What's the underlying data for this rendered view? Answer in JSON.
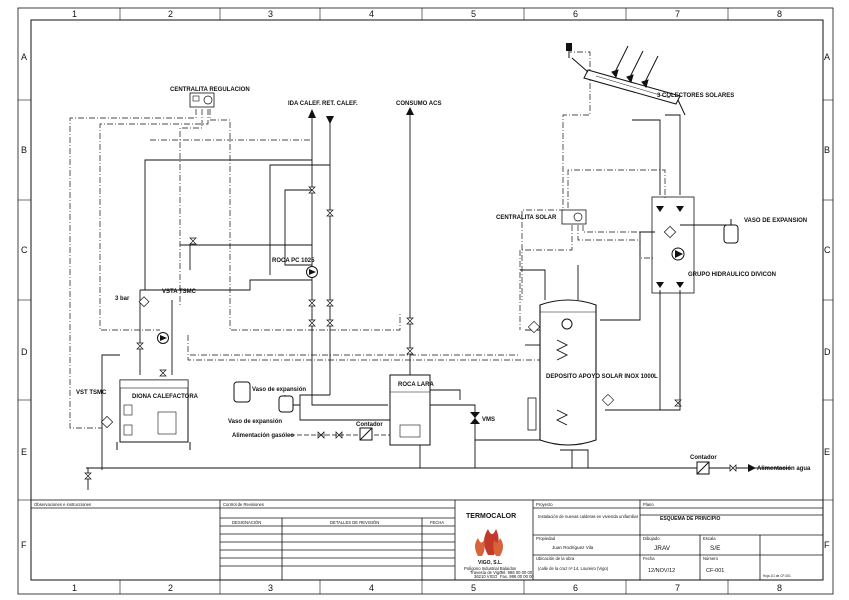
{
  "grid": {
    "columns": [
      "1",
      "2",
      "3",
      "4",
      "5",
      "6",
      "7",
      "8"
    ],
    "rows": [
      "A",
      "B",
      "C",
      "D",
      "E",
      "F"
    ]
  },
  "labels": {
    "centralita_regulacion": "CENTRALITA REGULACION",
    "ida_calef": "IDA CALEF.",
    "ret_calef": "RET. CALEF.",
    "consumo_acs": "CONSUMO ACS",
    "colectores": "3 COLECTORES SOLARES",
    "centralita_solar": "CENTRALITA SOLAR",
    "vaso_expansion": "VASO DE EXPANSION",
    "grupo_hidraulico": "GRUPO HIDRAULICO DIVICON",
    "roca_pc": "ROCA PC 1025",
    "tres_bar": "3 bar",
    "vista_tsmc": "VSTA TSMC",
    "vst": "VST TSMC",
    "caldera": "DIONA CALEFACTORA",
    "vaso_expansion_1": "Vaso de expansión",
    "vaso_expansion_2": "Vaso de expansión",
    "contador_gas": "Contador",
    "alimentacion_gasoleo": "Alimentación gasóleo",
    "roca_lara": "ROCA LARA",
    "vms": "VMS",
    "deposito": "DEPOSITO APOYO SOLAR INOX 1000L",
    "contador_agua": "Contador",
    "alimentacion_agua": "Alimentación agua"
  },
  "title_block": {
    "observaciones": "Observaciones e instrucciones",
    "revisiones": "Control de Revisiones",
    "rev_cols": [
      "DESIGNACIÓN",
      "DETALLES DE REVISIÓN",
      "FECHA"
    ],
    "company_name": "TERMOCALOR",
    "company_city": "VIGO, S.L.",
    "company_address": [
      "Polígono Industrial Balaídos",
      "Travesía de Vigo",
      "36210 VIGO",
      "Tel. 986 00 00 00",
      "Fax. 986 00 00 00"
    ],
    "proyecto_label": "Proyecto",
    "proyecto_value": "Instalación de nuevas calderas en vivienda unifamiliar",
    "plano_label": "Plano",
    "plano_value": "ESQUEMA DE PRINCIPIO",
    "propiedad_label": "Propiedad",
    "propiedad_value": "Juan Rodríguez Vila",
    "dibujado_label": "Dibujado",
    "dibujado_value": "JRAV",
    "escala_label": "Escala",
    "escala_value": "S/E",
    "ubicacion_label": "Ubicación de la obra",
    "ubicacion_value": "(calle de la cruz nº 14, Loureiro (Vigo)",
    "fecha_label": "Fecha",
    "fecha_value": "12/NOV/12",
    "numero_label": "Número",
    "numero_value": "CF-001",
    "footer_note": "Hoja 1/1 de CF-001"
  }
}
